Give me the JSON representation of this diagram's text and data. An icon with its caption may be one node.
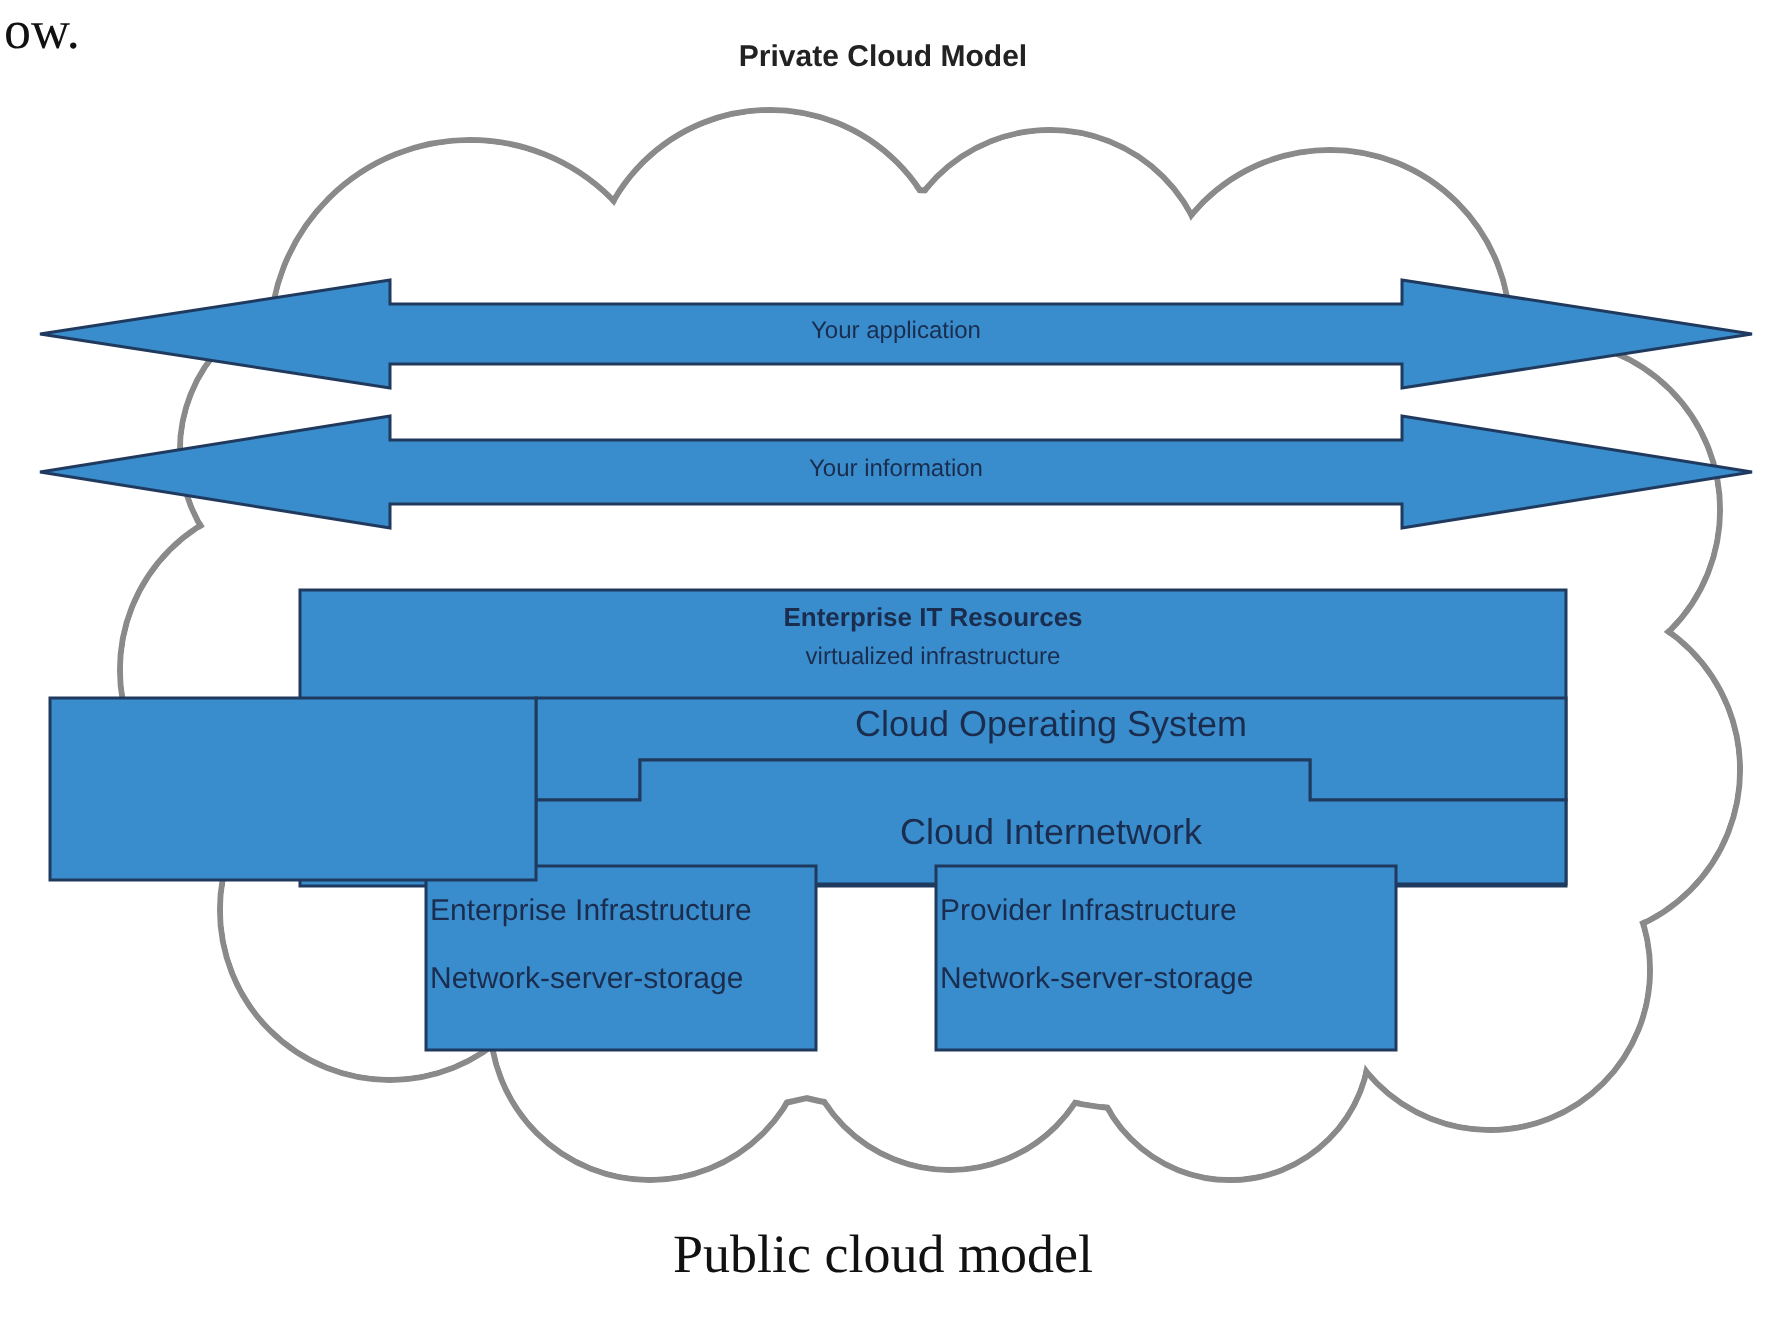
{
  "diagram": {
    "title": "Private Cloud Model",
    "caption": "Public cloud model",
    "nodes": [
      {
        "text": [],
        "shape": "cloud"
      },
      {
        "text": [
          "Your application"
        ]
      },
      {
        "text": [
          "Your information"
        ]
      },
      {
        "text": [
          "Enterprise IT Resources",
          "virtualized infrastructure"
        ],
        "in": 0
      },
      {
        "text": [],
        "shape": "box"
      },
      {
        "text": [
          "Cloud Operating System"
        ],
        "in": 3
      },
      {
        "text": [
          "Cloud Internetwork"
        ],
        "in": 3
      },
      {
        "text": [
          "Enterprise Infrastructure",
          "Network-server-storage"
        ],
        "in": 0
      },
      {
        "text": [
          "Provider Infrastructure",
          "Network-server-storage"
        ],
        "in": 0
      }
    ],
    "edges": [],
    "labels": [
      "ow."
    ]
  }
}
